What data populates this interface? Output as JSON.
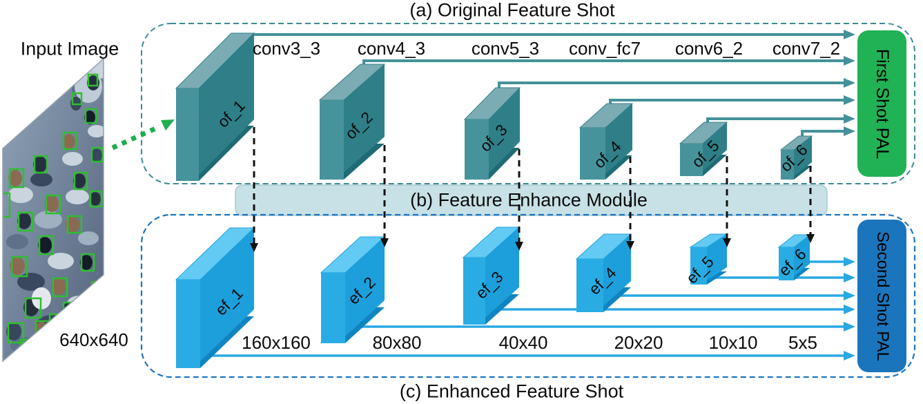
{
  "titles": {
    "a": "(a) Original Feature Shot",
    "b": "(b) Feature Enhance Module",
    "c": "(c) Enhanced Feature Shot"
  },
  "input_image": {
    "label": "Input Image",
    "resolution": "640x640"
  },
  "conv_layers": [
    "conv3_3",
    "conv4_3",
    "conv5_3",
    "conv_fc7",
    "conv6_2",
    "conv7_2"
  ],
  "original_features": {
    "labels": [
      "of_1",
      "of_2",
      "of_3",
      "of_4",
      "of_5",
      "of_6"
    ]
  },
  "enhanced_features": {
    "labels": [
      "ef_1",
      "ef_2",
      "ef_3",
      "ef_4",
      "ef_5",
      "ef_6"
    ],
    "sizes": [
      "160x160",
      "80x80",
      "40x40",
      "20x20",
      "10x10",
      "5x5"
    ]
  },
  "pal": {
    "first": "First Shot PAL",
    "second": "Second Shot PAL"
  },
  "colors": {
    "of_top": "#7CACB3",
    "of_front": "#47939B",
    "of_side": "#2E7F88",
    "of_bottom": "#1E6B75",
    "ef_top": "#63CBF3",
    "ef_front": "#29ACE3",
    "ef_side": "#1C9FDB",
    "ef_bottom": "#0F84C1",
    "first_shot_lines": "#45919A",
    "second_shot_lines": "#29A8E2",
    "skip_arrow_black": "#111111",
    "input_arrow_green": "#1FAE50",
    "section_a_border": "#3B8A95",
    "section_c_border": "#1C74BE",
    "fem_fill": "#C8E1E6",
    "fem_border": "#A5C8CF",
    "pal_first_bg": "#20B254",
    "pal_second_bg": "#1B75BC",
    "detection_box_green": "#2FBE2F",
    "text": "#0B0B0B"
  }
}
